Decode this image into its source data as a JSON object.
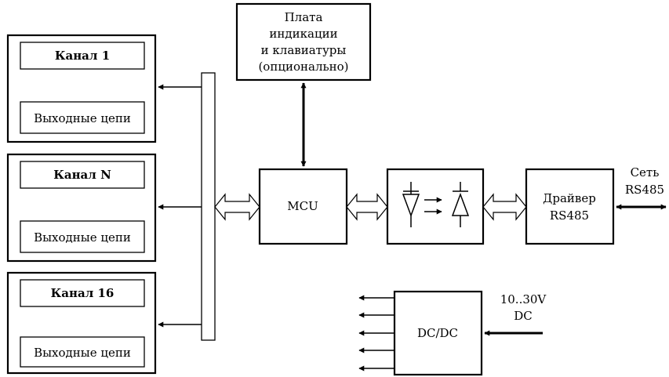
{
  "display_unit": {
    "title_lines": [
      "Плата",
      "индикации",
      "и клавиатуры",
      "(опционально)"
    ]
  },
  "channels": [
    {
      "name": "Канал 1",
      "outputs": "Выходные цепи"
    },
    {
      "name": "Канал N",
      "outputs": "Выходные цепи"
    },
    {
      "name": "Канал 16",
      "outputs": "Выходные цепи"
    }
  ],
  "mcu": {
    "label": "MCU"
  },
  "driver": {
    "label_lines": [
      "Драйвер",
      "RS485"
    ]
  },
  "network": {
    "label_lines": [
      "Сеть",
      "RS485"
    ]
  },
  "dcdc": {
    "label": "DC/DC"
  },
  "power": {
    "label_lines": [
      "10..30V",
      "DC"
    ]
  }
}
